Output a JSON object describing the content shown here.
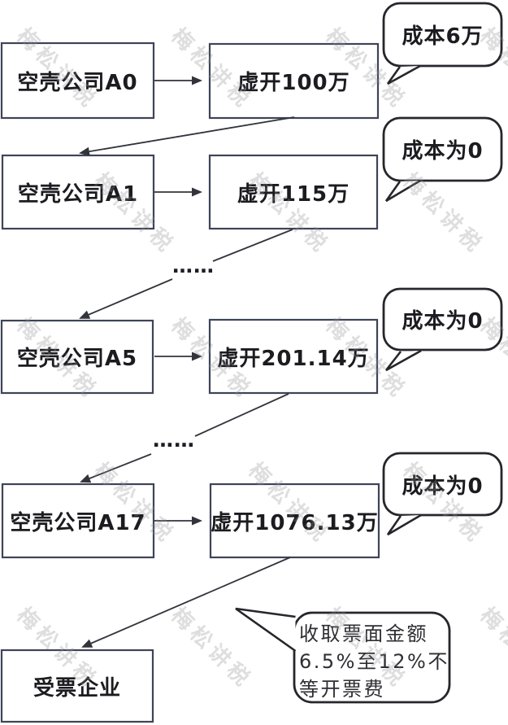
{
  "diagram": {
    "rows": [
      {
        "company": "空壳公司A0",
        "invoice": "虚开100万",
        "note": "成本6万"
      },
      {
        "company": "空壳公司A1",
        "invoice": "虚开115万",
        "note": "成本为0"
      },
      {
        "company": "空壳公司A5",
        "invoice": "虚开201.14万",
        "note": "成本为0"
      },
      {
        "company": "空壳公司A17",
        "invoice": "虚开1076.13万",
        "note": "成本为0"
      }
    ],
    "receiver": "受票企业",
    "receiver_note": {
      "line1": "收取票面金额",
      "line2": "6.5%至12%不",
      "line3": "等开票费"
    },
    "ellipsis": "……"
  },
  "watermark": {
    "text": "梅松讲税"
  },
  "colors": {
    "background": "#ffffff",
    "box_border": "#3e4457",
    "bubble_border": "#26262c",
    "arrow_line": "#33343b",
    "text": "#1b1b20",
    "watermark": "#94929680"
  }
}
